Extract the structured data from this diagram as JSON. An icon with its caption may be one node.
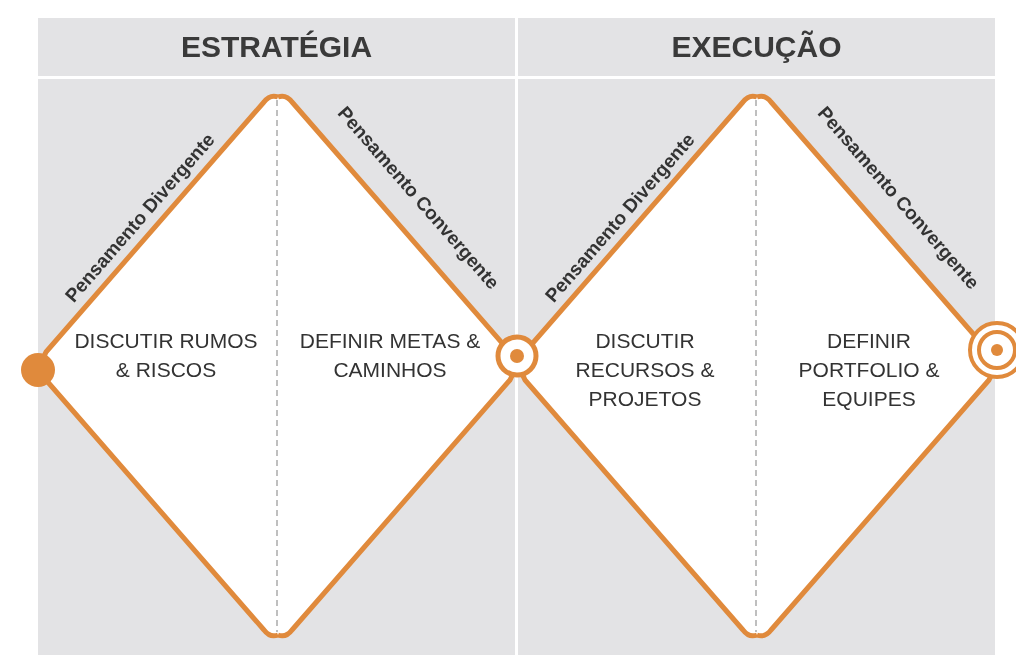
{
  "diagram": {
    "nodes": [
      {
        "text": [
          "ESTRATÉGIA"
        ]
      },
      {
        "text": [
          "EXECUÇÃO"
        ]
      },
      {
        "text": [
          "DISCUTIR RUMOS & RISCOS"
        ],
        "in": 0
      },
      {
        "text": [
          "DEFINIR METAS & CAMINHOS"
        ],
        "in": 0
      },
      {
        "text": [
          "DISCUTIR RECURSOS & PROJETOS"
        ],
        "in": 1
      },
      {
        "text": [
          "DEFINIR PORTFOLIO & EQUIPES"
        ],
        "in": 1
      },
      {
        "text": [],
        "shape": "circle"
      },
      {
        "text": [],
        "shape": "circle"
      },
      {
        "text": [],
        "shape": "circle"
      }
    ],
    "labels": [
      "Pensamento Divergente",
      "Pensamento Convergente",
      "Pensamento Divergente",
      "Pensamento Convergente"
    ]
  }
}
